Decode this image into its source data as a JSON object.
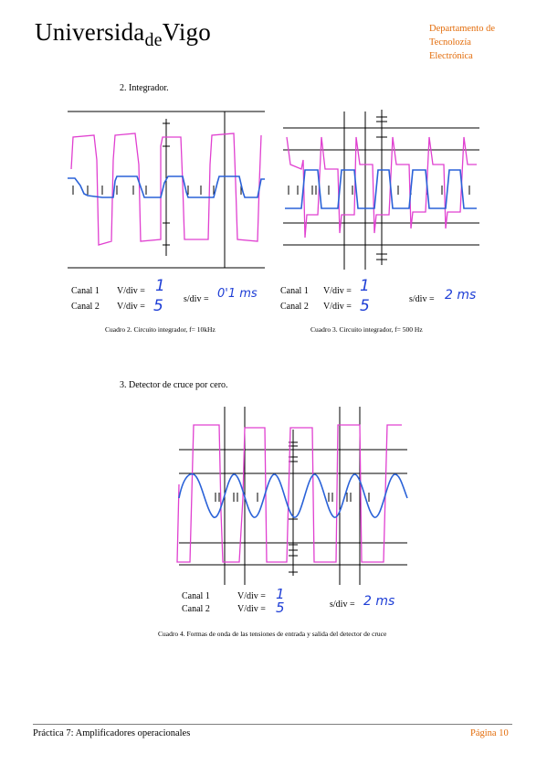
{
  "header": {
    "university_main": "Universida",
    "university_de": "de",
    "university_end": "Vigo",
    "department": [
      "Departamento de",
      "Tecnolozía",
      "Electrónica"
    ]
  },
  "section2": {
    "title": "2.    Integrador.",
    "figure_left": {
      "canal1_label": "Canal 1",
      "canal2_label": "Canal 2",
      "vdiv_label": "V/div =",
      "canal1_vdiv": "1",
      "canal2_vdiv": "5",
      "sdiv_label": "s/div =",
      "sdiv_value": "0'1 ms",
      "caption": "Cuadro 2. Circuito integrador, f= 10kHz"
    },
    "figure_right": {
      "canal1_label": "Canal 1",
      "canal2_label": "Canal 2",
      "vdiv_label": "V/div =",
      "canal1_vdiv": "1",
      "canal2_vdiv": "5",
      "sdiv_label": "s/div =",
      "sdiv_value": "2 ms",
      "caption": "Cuadro 3. Circuito integrador, f= 500 Hz"
    }
  },
  "section3": {
    "title": "3.    Detector de cruce por cero.",
    "figure": {
      "canal1_label": "Canal 1",
      "canal2_label": "Canal 2",
      "vdiv_label": "V/div =",
      "canal1_vdiv": "1",
      "canal2_vdiv": "5",
      "sdiv_label": "s/div =",
      "sdiv_value": "2 ms",
      "caption": "Cuadro 4. Formas de onda de las tensiones de entrada y salida del detector de cruce"
    }
  },
  "footer": {
    "left": "Práctica 7: Amplificadores operacionales",
    "right": "Página 10"
  },
  "colors": {
    "accent": "#e36c0a",
    "trace_magenta": "#e040d0",
    "trace_blue": "#2a62d8",
    "handwriting": "#1f3fd6"
  }
}
